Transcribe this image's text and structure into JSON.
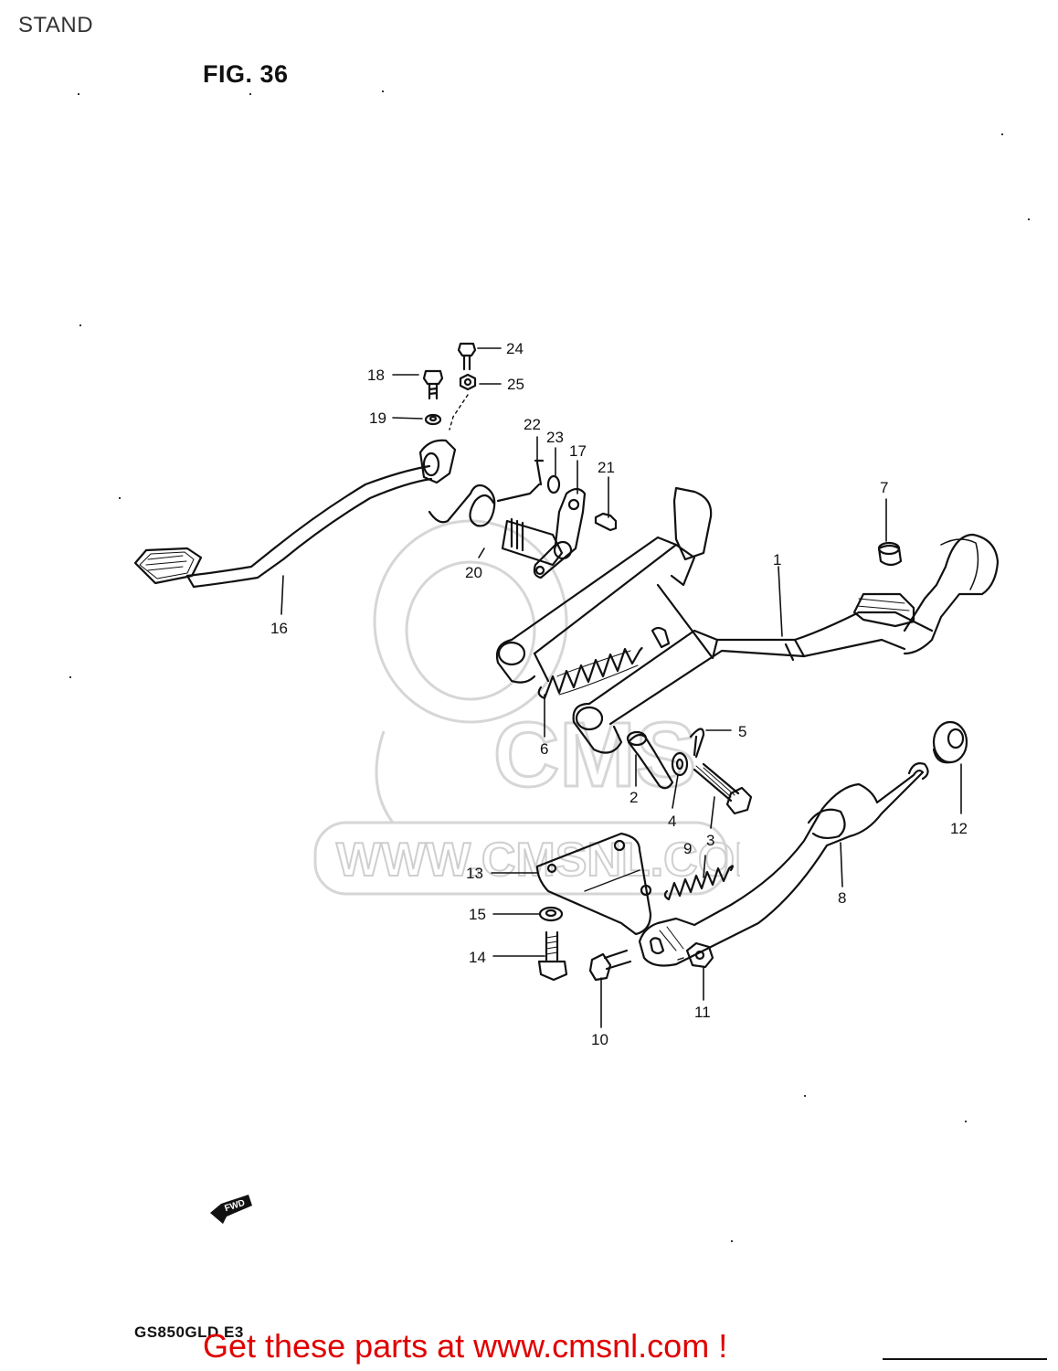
{
  "page": {
    "title": "STAND",
    "figure": "FIG. 36"
  },
  "callouts": [
    {
      "id": "1",
      "label": "1"
    },
    {
      "id": "2",
      "label": "2"
    },
    {
      "id": "3",
      "label": "3"
    },
    {
      "id": "4",
      "label": "4"
    },
    {
      "id": "5",
      "label": "5"
    },
    {
      "id": "6",
      "label": "6"
    },
    {
      "id": "7",
      "label": "7"
    },
    {
      "id": "8",
      "label": "8"
    },
    {
      "id": "9",
      "label": "9"
    },
    {
      "id": "10",
      "label": "10"
    },
    {
      "id": "11",
      "label": "11"
    },
    {
      "id": "12",
      "label": "12"
    },
    {
      "id": "13",
      "label": "13"
    },
    {
      "id": "14",
      "label": "14"
    },
    {
      "id": "15",
      "label": "15"
    },
    {
      "id": "16",
      "label": "16"
    },
    {
      "id": "17",
      "label": "17"
    },
    {
      "id": "18",
      "label": "18"
    },
    {
      "id": "19",
      "label": "19"
    },
    {
      "id": "20",
      "label": "20"
    },
    {
      "id": "21",
      "label": "21"
    },
    {
      "id": "22",
      "label": "22"
    },
    {
      "id": "23",
      "label": "23"
    },
    {
      "id": "24",
      "label": "24"
    },
    {
      "id": "25",
      "label": "25"
    }
  ],
  "watermark": {
    "text": "WWW.CMSNL.COM",
    "logo": "CMS"
  },
  "direction_badge": "FWD",
  "footer": {
    "model": "GS850GLD E3",
    "cta": "Get these parts at www.cmsnl.com !"
  },
  "colors": {
    "line": "#111111",
    "cta": "#e00000",
    "watermark": "#cfcfcf"
  }
}
